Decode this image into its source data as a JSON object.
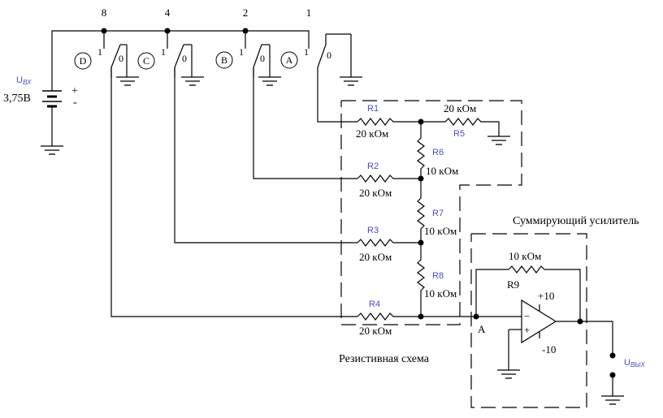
{
  "weights": [
    "8",
    "4",
    "2",
    "1"
  ],
  "switch_letters": [
    "D",
    "C",
    "B",
    "A"
  ],
  "switch_pos_1": "1",
  "switch_pos_0": "0",
  "source": {
    "u_label": "U",
    "u_sub": "ВХ",
    "voltage": "3,75В",
    "plus": "+",
    "minus": "-"
  },
  "resistors": {
    "R1": {
      "name": "R1",
      "value": "20 кОм"
    },
    "R2": {
      "name": "R2",
      "value": "20 кОм"
    },
    "R3": {
      "name": "R3",
      "value": "20 кОм"
    },
    "R4": {
      "name": "R4",
      "value": "20 кОм"
    },
    "R5": {
      "name": "R5",
      "value": "20 кОм"
    },
    "R6": {
      "name": "R6",
      "value": "10 кОм"
    },
    "R7": {
      "name": "R7",
      "value": "10 кОм"
    },
    "R8": {
      "name": "R8",
      "value": "10 кОм"
    },
    "R9": {
      "name": "R9",
      "value": "10 кОм"
    }
  },
  "opamp": {
    "minus": "−",
    "plus": "+",
    "vpos": "+10",
    "vneg": "-10",
    "node": "A"
  },
  "output": {
    "u_label": "U",
    "u_sub": "ВЫХ"
  },
  "labels": {
    "resistive": "Резистивная схема",
    "summing": "Суммирующий усилитель"
  },
  "colors": {
    "line": "#000000",
    "component_label": "#4c4ccc",
    "background": "#ffffff"
  }
}
